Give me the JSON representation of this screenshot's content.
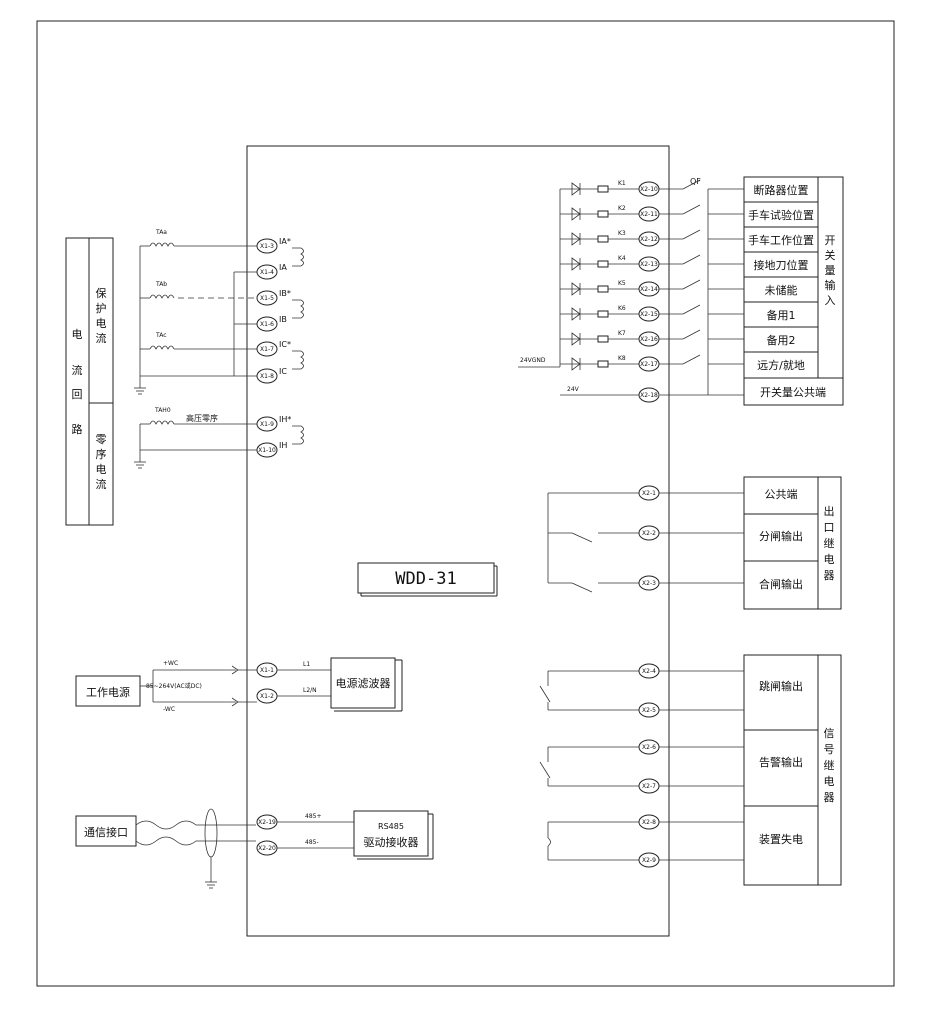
{
  "device": {
    "model": "WDD-31"
  },
  "current_loop": {
    "group_label": [
      "电",
      "流",
      "回",
      "路"
    ],
    "protection_label": [
      "保",
      "护",
      "电",
      "流"
    ],
    "zero_seq_label": [
      "零",
      "序",
      "电",
      "流"
    ],
    "ct_labels": [
      "TAa",
      "TAb",
      "TAc"
    ],
    "zero_ct_label": "TAH0",
    "zero_ct_note": "高压零序",
    "terminals": [
      "X1-3",
      "X1-4",
      "X1-5",
      "X1-6",
      "X1-7",
      "X1-8",
      "X1-9",
      "X1-10"
    ],
    "signals": [
      "IA*",
      "IA",
      "IB*",
      "IB",
      "IC*",
      "IC",
      "IH*",
      "IH"
    ]
  },
  "switch_inputs": {
    "group_label": [
      "开",
      "关",
      "量",
      "输",
      "入"
    ],
    "items": [
      "断路器位置",
      "手车试验位置",
      "手车工作位置",
      "接地刀位置",
      "未储能",
      "备用1",
      "备用2",
      "远方/就地"
    ],
    "contacts": [
      "K1",
      "K2",
      "K3",
      "K4",
      "K5",
      "K6",
      "K7",
      "K8"
    ],
    "terminals": [
      "X2-10",
      "X2-11",
      "X2-12",
      "X2-13",
      "X2-14",
      "X2-15",
      "X2-16",
      "X2-17",
      "X2-18"
    ],
    "breaker_label": "QF",
    "gnd_label": "24VGND",
    "supply_label": "24V",
    "common_label": "开关量公共端"
  },
  "outlet_relay": {
    "group_label": [
      "出",
      "口",
      "继",
      "电",
      "器"
    ],
    "items": [
      "公共端",
      "分闸输出",
      "合闸输出"
    ],
    "terminals": [
      "X2-1",
      "X2-2",
      "X2-3"
    ]
  },
  "signal_relay": {
    "group_label": [
      "信",
      "号",
      "继",
      "电",
      "器"
    ],
    "items": [
      "跳闸输出",
      "告警输出",
      "装置失电"
    ],
    "terminals": [
      "X2-4",
      "X2-5",
      "X2-6",
      "X2-7",
      "X2-8",
      "X2-9"
    ]
  },
  "power": {
    "label": "工作电源",
    "plus": "+WC",
    "minus": "-WC",
    "range": "85~264V(AC或DC)",
    "terminals": [
      "X1-1",
      "X1-2"
    ],
    "lines": [
      "L1",
      "L2/N"
    ],
    "filter": "电源滤波器"
  },
  "comm": {
    "label": "通信接口",
    "terminals": [
      "X2-19",
      "X2-20"
    ],
    "lines": [
      "485+",
      "485-"
    ],
    "driver": [
      "RS485",
      "驱动接收器"
    ]
  }
}
